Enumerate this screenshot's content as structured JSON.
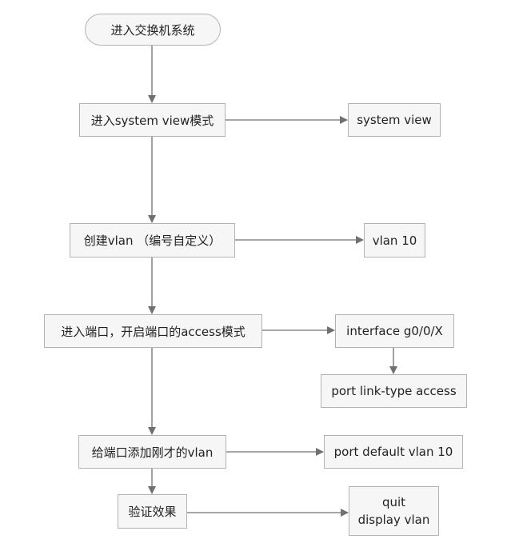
{
  "flow": {
    "start": "进入交换机系统",
    "step1": "进入system view模式",
    "step1_cmd": "system view",
    "step2": "创建vlan （编号自定义）",
    "step2_cmd": "vlan 10",
    "step3": "进入端口，开启端口的access模式",
    "step3_cmd1": "interface g0/0/X",
    "step3_cmd2": "port link-type access",
    "step4": "给端口添加刚才的vlan",
    "step4_cmd": "port default vlan 10",
    "step5": "验证效果",
    "step5_cmd_line1": "quit",
    "step5_cmd_line2": "display vlan"
  },
  "colors": {
    "node_fill": "#f6f6f6",
    "node_border": "#b3b3b3",
    "edge": "#707070"
  }
}
